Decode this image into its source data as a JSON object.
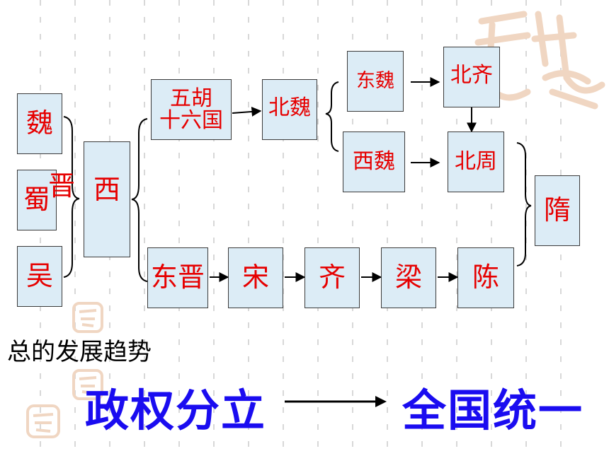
{
  "diagram": {
    "three_kingdoms": [
      "魏",
      "蜀",
      "吴"
    ],
    "jin_char": "晋",
    "west_char": "西",
    "north": {
      "five_barbarians": "五胡\n十六国",
      "northern_wei": "北魏",
      "eastern_wei": "东魏",
      "northern_qi": "北齐",
      "western_wei": "西魏",
      "northern_zhou": "北周"
    },
    "south": [
      "东晋",
      "宋",
      "齐",
      "梁",
      "陈"
    ],
    "sui": "隋"
  },
  "summary": {
    "label": "总的发展趋势",
    "from": "政权分立",
    "to": "全国统一"
  },
  "colors": {
    "box_fill": "#dcecf6",
    "box_text": "#e60000",
    "trend_text": "#1a0cf0"
  }
}
